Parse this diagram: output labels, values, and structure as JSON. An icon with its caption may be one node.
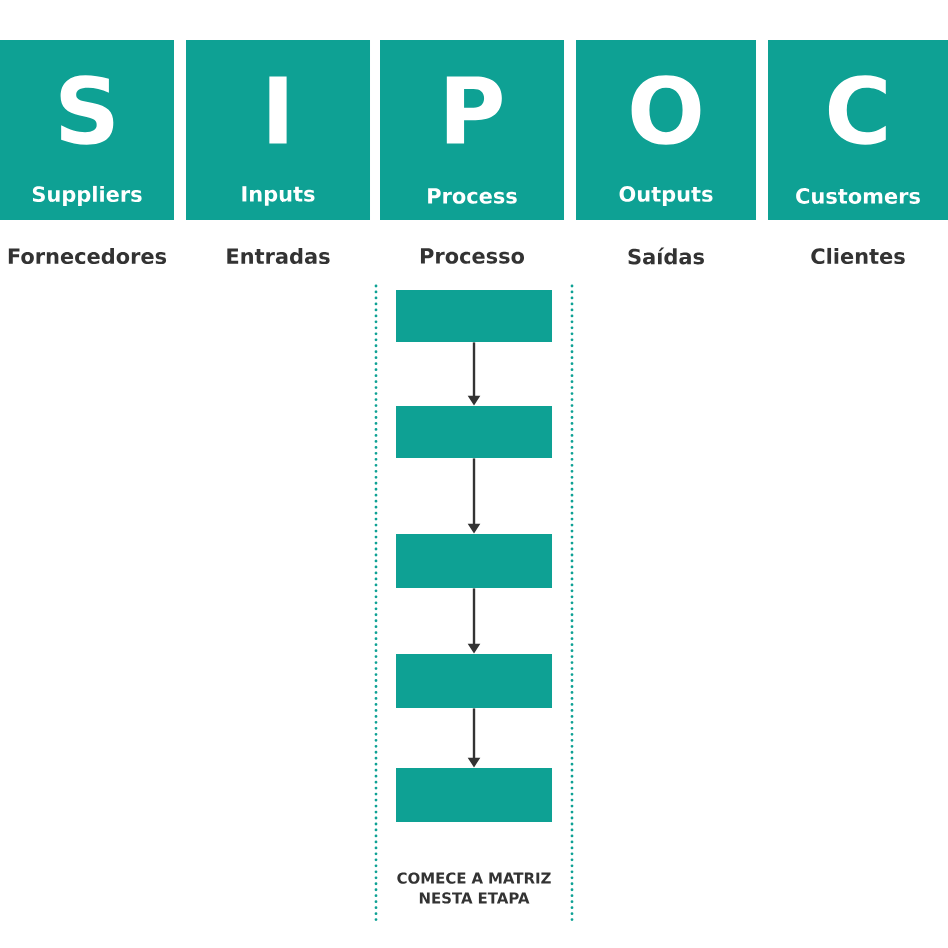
{
  "diagram": {
    "nodes": [
      {
        "text": [
          "S",
          "Suppliers"
        ],
        "beside": [
          "Fornecedores"
        ]
      },
      {
        "text": [
          "I",
          "Inputs"
        ],
        "beside": [
          "Entradas"
        ]
      },
      {
        "text": [
          "P",
          "Process"
        ],
        "beside": [
          "Processo"
        ]
      },
      {
        "text": [
          "O",
          "Outputs"
        ],
        "beside": [
          "Saídas"
        ]
      },
      {
        "text": [
          "C",
          "Customers"
        ],
        "beside": [
          "Clientes"
        ]
      },
      {
        "text": [
          "COMECE A MATRIZ NESTA ETAPA"
        ]
      },
      {
        "text": [],
        "shape": "box",
        "in": 5
      },
      {
        "text": [],
        "shape": "box",
        "in": 5
      },
      {
        "text": [],
        "shape": "box",
        "in": 5
      },
      {
        "text": [],
        "shape": "box",
        "in": 5
      },
      {
        "text": [],
        "shape": "box",
        "in": 5
      }
    ],
    "edges": [
      {
        "from": 6,
        "to": 7,
        "arrow": "to"
      },
      {
        "from": 7,
        "to": 8,
        "arrow": "to"
      },
      {
        "from": 8,
        "to": 9,
        "arrow": "to"
      },
      {
        "from": 9,
        "to": 10,
        "arrow": "to"
      }
    ]
  }
}
